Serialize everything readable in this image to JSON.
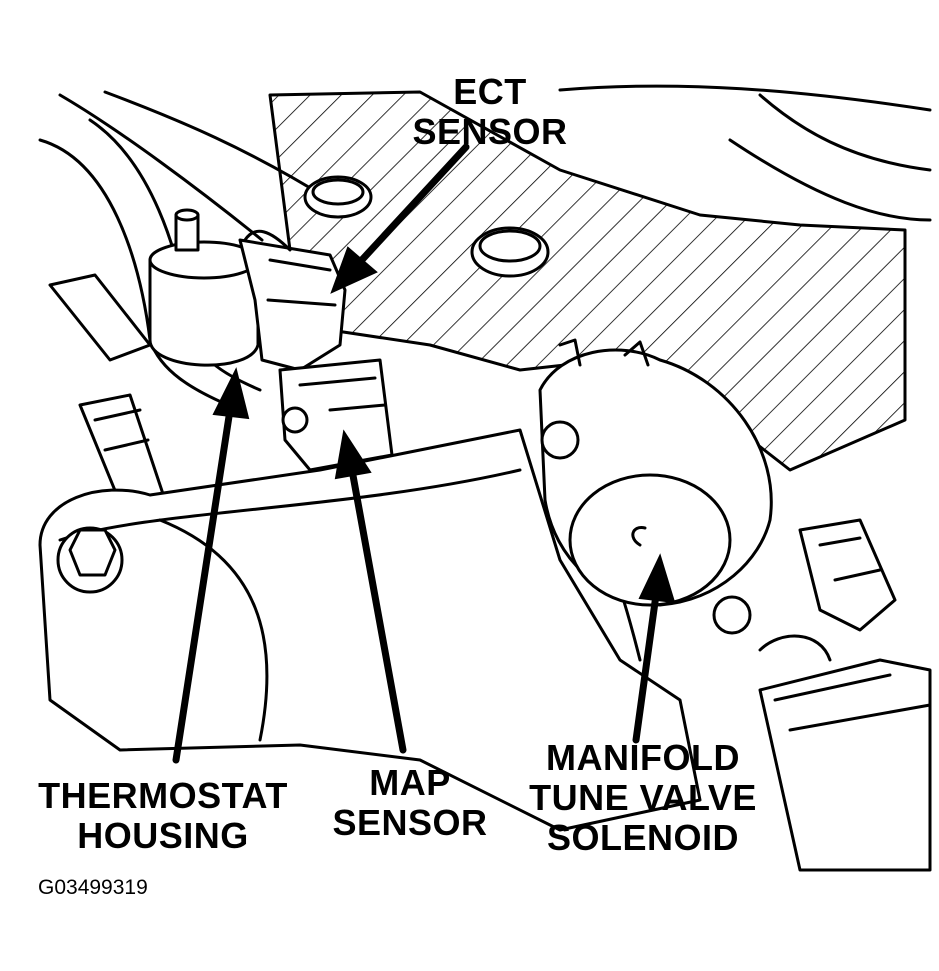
{
  "labels": {
    "ect_sensor": [
      "ECT",
      "SENSOR"
    ],
    "thermostat_housing": [
      "THERMOSTAT",
      "HOUSING"
    ],
    "map_sensor": [
      "MAP",
      "SENSOR"
    ],
    "manifold_tune_valve_solenoid": [
      "MANIFOLD",
      "TUNE VALVE",
      "SOLENOID"
    ]
  },
  "figure_id": "G03499319",
  "colors": {
    "ink": "#000000",
    "paper": "#ffffff"
  }
}
